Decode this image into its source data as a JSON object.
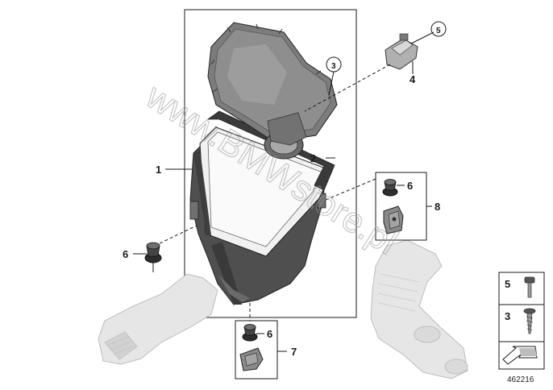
{
  "callouts": {
    "c1": "1",
    "c2": "2",
    "c3": "3",
    "c4": "4",
    "c5": "5",
    "c6a": "6",
    "c6b": "6",
    "c6c": "6",
    "c7": "7",
    "c8": "8"
  },
  "legend": {
    "screw_label": "5",
    "self_tapping_label": "3"
  },
  "document_number": "462216",
  "watermark": "www.BMWstore.pl",
  "colors": {
    "part_dark": "#5e5e5e",
    "part_mid": "#8c8c8c",
    "part_light": "#c8c8c8",
    "hose_ghost": "#e2e2e2",
    "line": "#1a1a1a"
  }
}
